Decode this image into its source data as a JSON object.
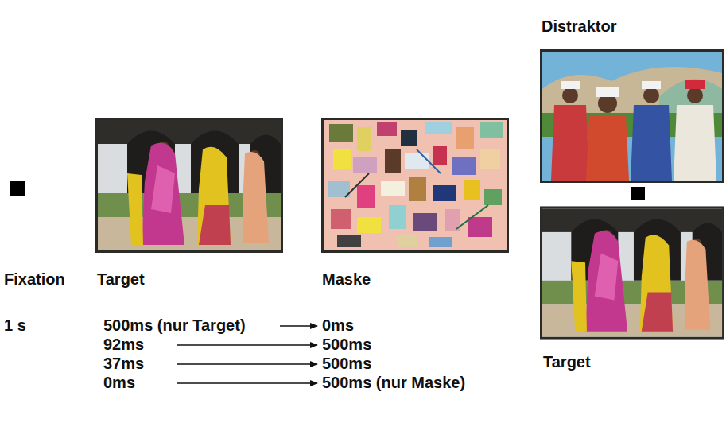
{
  "diagram": {
    "nodes": [
      {
        "text": [
          "Fixation"
        ]
      },
      {
        "text": [
          "Target"
        ]
      },
      {
        "text": [
          "Maske"
        ]
      },
      {
        "text": [
          "Distraktor"
        ]
      },
      {
        "text": [
          "Target"
        ]
      }
    ],
    "labels": [
      "1 s",
      "500ms (nur Target)",
      "0ms",
      "92ms",
      "500ms",
      "37ms",
      "500ms",
      "0ms",
      "500ms (nur Maske)"
    ]
  }
}
